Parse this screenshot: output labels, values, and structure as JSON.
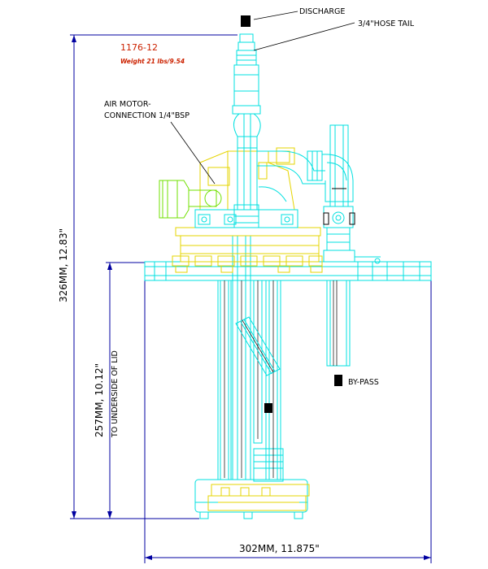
{
  "title": {
    "part_no": "1176-12",
    "weight": "Weight 21 lbs/9.54"
  },
  "callouts": {
    "discharge": "DISCHARGE",
    "hose_tail": "3/4\"HOSE TAIL",
    "air_motor_line1": "AIR MOTOR-",
    "air_motor_line2": "CONNECTION 1/4\"BSP",
    "bypass": "BY-PASS"
  },
  "dimensions": {
    "overall_height": "326MM, 12.83\"",
    "under_lid_line1": "257MM, 10.12\"",
    "under_lid_line2": "TO UNDERSIDE OF LID",
    "width": "302MM, 11.875\""
  },
  "colors": {
    "cyan": "#00e0e0",
    "yellow": "#e6d400",
    "green": "#70e000",
    "dimension": "#0000a0",
    "label": "#000000",
    "title": "#cc2200"
  }
}
